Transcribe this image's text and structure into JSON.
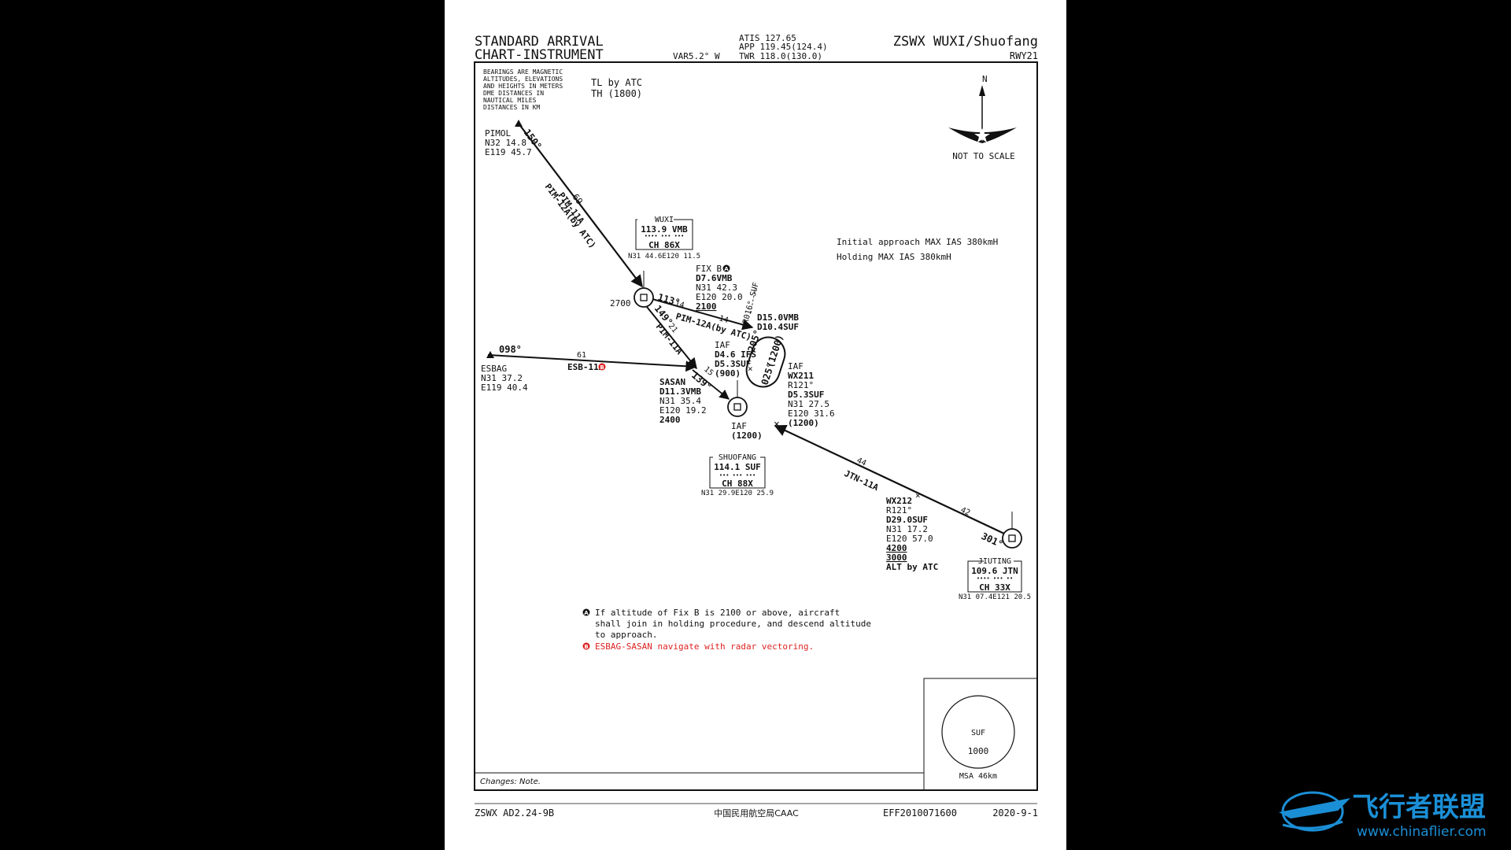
{
  "header": {
    "title_line1": "STANDARD ARRIVAL",
    "title_line2": "CHART-INSTRUMENT",
    "variation": "VAR5.2° W",
    "atis": "ATIS 127.65",
    "app": "APP 119.45(124.4)",
    "twr": "TWR 118.0(130.0)",
    "airport": "ZSWX WUXI/Shuofang",
    "runway": "RWY21"
  },
  "notes": {
    "units": [
      "BEARINGS ARE MAGNETIC",
      "ALTITUDES, ELEVATIONS",
      "AND HEIGHTS IN METERS",
      "DME DISTANCES IN",
      "NAUTICAL MILES",
      "DISTANCES IN KM"
    ],
    "tl": "TL by ATC",
    "th": "TH (1800)",
    "north": "N",
    "not_to_scale": "NOT TO SCALE",
    "speed1": "Initial approach MAX IAS 380kmH",
    "speed2": "Holding MAX IAS 380kmH",
    "noteA_1": "If altitude of Fix B is 2100 or above, aircraft",
    "noteA_2": "shall join in holding procedure, and descend altitude",
    "noteA_3": "to approach.",
    "noteB": "ESBAG-SASAN navigate with radar vectoring.",
    "changes": "Changes: Note."
  },
  "fixes": {
    "pimol": {
      "name": "PIMOL",
      "lat": "N32 14.8",
      "lon": "E119 45.7"
    },
    "esbag": {
      "name": "ESBAG",
      "lat": "N31 37.2",
      "lon": "E119 40.4"
    },
    "sasan": {
      "name": "SASAN",
      "dme": "D11.3VMB",
      "lat": "N31 35.4",
      "lon": "E120 19.2",
      "alt": "2400"
    },
    "fixb": {
      "name": "FIX B",
      "dme": "D7.6VMB",
      "lat": "N31 42.3",
      "lon": "E120 20.0",
      "alt": "2100"
    },
    "d15": {
      "l1": "D15.0VMB",
      "l2": "D10.4SUF"
    },
    "iaf1": {
      "l1": "IAF",
      "l2": "D4.6 IFS",
      "l3": "D5.3SUF",
      "l4": "(900)"
    },
    "wx211": {
      "l1": "IAF",
      "l2": "WX211",
      "l3": "R121°",
      "l4": "D5.3SUF",
      "l5": "N31 27.5",
      "l6": "E120 31.6",
      "l7": "(1200)"
    },
    "wx212": {
      "l1": "WX212",
      "l2": "R121°",
      "l3": "D29.0SUF",
      "l4": "N31 17.2",
      "l5": "E120 57.0",
      "l6": "4200",
      "l7": "3000",
      "l8": "ALT by ATC"
    },
    "iaf_suf": {
      "l1": "IAF",
      "l2": "(1200)"
    }
  },
  "navaids": {
    "wuxi": {
      "name": "WUXI",
      "freq": "113.9 VMB",
      "ch": "CH 86X",
      "coord": "N31 44.6E120 11.5",
      "alt": "2700"
    },
    "shuofang": {
      "name": "SHUOFANG",
      "freq": "114.1 SUF",
      "ch": "CH 88X",
      "coord": "N31 29.9E120 25.9"
    },
    "jiuting": {
      "name": "JIUTING",
      "freq": "109.6 JTN",
      "ch": "CH 33X",
      "coord": "N31 07.4E121 20.5"
    }
  },
  "routes": {
    "pim_course": "150°",
    "pim_name1": "PIM-11A",
    "pim_name2": "PIM-12A(by ATC)",
    "pim_dist": "69",
    "wuxi_out1": "113°",
    "wuxi_out1_dist": "14",
    "fixb_dist": "14",
    "pim12_label": "PIM-12A(by ATC)",
    "wuxi_out2": "149°",
    "wuxi_out2_dist": "21",
    "pim11_label": "PIM-11A",
    "esb_course": "098°",
    "esb_dist": "61",
    "esb_name": "ESB-11A",
    "sasan_course": "139°",
    "sasan_dist": "15",
    "radial": "R016° SUF",
    "hold_in": "205°",
    "hold_out": "025°",
    "hold_alt": "(1200)",
    "jtn_name": "JTN-11A",
    "jtn_dist1": "44",
    "jtn_dist2": "42",
    "jtn_course": "301°"
  },
  "msa": {
    "fac": "SUF",
    "alt": "1000",
    "label": "MSA 46km"
  },
  "footer": {
    "left": "ZSWX AD2.24-9B",
    "center": "中国民用航空局CAAC",
    "eff": "EFF2010071600",
    "date": "2020-9-1"
  },
  "watermark": {
    "text": "飞行者联盟",
    "url": "www.chinaflier.com"
  },
  "colors": {
    "background": "#000000",
    "paper": "#ffffff",
    "note_red": "#dd2222",
    "watermark_blue": "#1b8fd6"
  }
}
